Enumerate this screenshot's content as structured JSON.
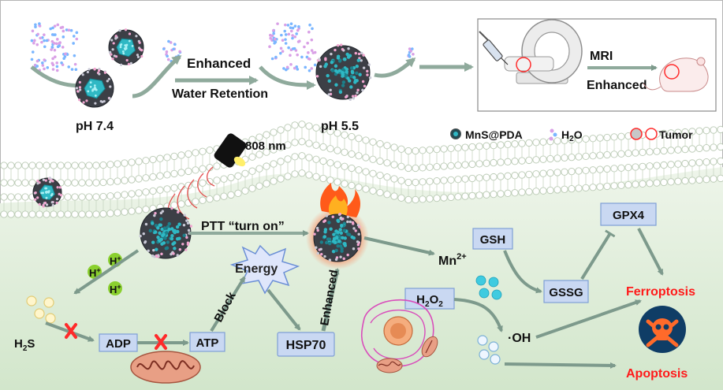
{
  "top": {
    "ph74": "pH 7.4",
    "enhanced": "Enhanced",
    "water_retention": "Water Retention",
    "ph55": "pH 5.5",
    "mri": "MRI",
    "mri_enhanced": "Enhanced"
  },
  "legend": {
    "mns": "MnS@PDA",
    "h2o_main": "H",
    "h2o_sub": "2",
    "h2o_end": "O",
    "tumor": "Tumor"
  },
  "laser": {
    "label": "808 nm"
  },
  "cell": {
    "ptt": "PTT “turn on”",
    "energy": "Energy",
    "block": "Block",
    "enhanced_vertical": "Enhanced",
    "hplus": "H",
    "plus": "+",
    "h2s_main": "H",
    "h2s_sub": "2",
    "h2s_end": "S",
    "adp": "ADP",
    "atp": "ATP",
    "hsp70": "HSP70",
    "mn_main": "Mn",
    "mn_sup": "2+",
    "gsh": "GSH",
    "gssg": "GSSG",
    "gpx4": "GPX4",
    "h2o2_main": "H",
    "h2o2_sub1": "2",
    "h2o2_mid": "O",
    "h2o2_sub2": "2",
    "oh": "·OH",
    "ferroptosis": "Ferroptosis",
    "apoptosis": "Apoptosis"
  },
  "colors": {
    "box_fill": "#c9d8f2",
    "box_stroke": "#7f9fd6",
    "arrow": "#7d9a8c",
    "death_text": "#ff1a1a",
    "skull_bg": "#0f3d66",
    "skull": "#ff6a2a",
    "nanoparticle_core": "#2fb8c4",
    "membrane": "#dfe9dc",
    "cytoplasm": "#dcebd5"
  }
}
